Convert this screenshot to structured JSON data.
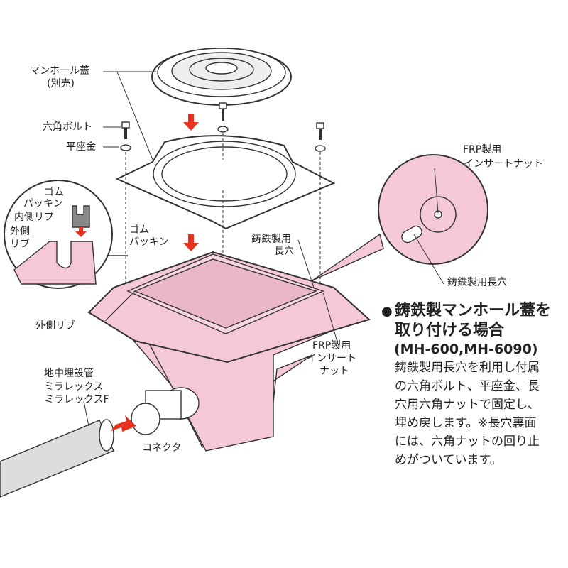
{
  "labels": {
    "manhole_cover": "マンホール蓋",
    "sold_separately": "(別売)",
    "hex_bolt": "六角ボルト",
    "flat_washer": "平座金",
    "inset_rubber_1": "ゴム",
    "inset_rubber_2": "パッキン",
    "inset_inner_rib": "内側リブ",
    "inset_outer_rib_1": "外側",
    "inset_outer_rib_2": "リブ",
    "rubber_1": "ゴム",
    "rubber_2": "パッキン",
    "cast_slot_1": "鋳鉄製用",
    "cast_slot_2": "長穴",
    "frp_insert_top_1": "FRP製用",
    "frp_insert_top_2": "インサートナット",
    "cast_slot_inset": "鋳鉄製用長穴",
    "outer_rib": "外側リブ",
    "frp_insert_1": "FRP製用",
    "frp_insert_2": "インサート",
    "frp_insert_3": "ナット",
    "pipe_1": "地中埋設管",
    "pipe_2": "ミラレックス",
    "pipe_3": "ミラレックスF",
    "connector": "コネクタ"
  },
  "note": {
    "bullet": "●",
    "title_1": "鋳鉄製マンホール蓋を",
    "title_2": "取り付ける場合",
    "models": "(MH-600,MH-6090)",
    "lines": [
      "鋳鉄製用長穴を利用し付属",
      "の六角ボルト、平座金、長",
      "穴用六角ナットで固定し、",
      "埋め戻します。※長穴裏面",
      "には、六角ナットの回り止",
      "めがついています。"
    ]
  },
  "colors": {
    "pink": "#f5c8d5",
    "arrow": "#e8321e",
    "line": "#333333"
  }
}
